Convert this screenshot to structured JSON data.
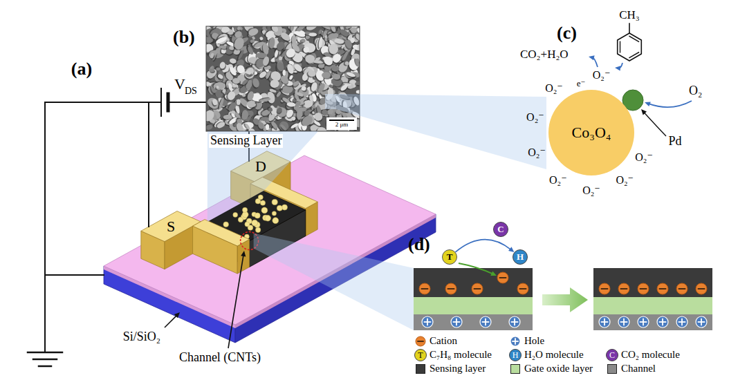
{
  "diagram": {
    "nodes": [
      {
        "text": [
          "S"
        ]
      },
      {
        "text": [
          "D"
        ]
      },
      {
        "text": [
          "Co₃O₄"
        ]
      },
      {
        "text": [
          "T"
        ]
      },
      {
        "text": [
          "C"
        ]
      },
      {
        "text": [
          "H"
        ]
      }
    ],
    "edges": [
      {
        "from": 3,
        "to": 5,
        "arrow": "to"
      }
    ],
    "labels": [
      "(a)",
      "V",
      "DS",
      "Channel (CNTs)",
      "Si/SiO₂",
      "(b)",
      "Sensing Layer",
      "2 μm",
      "(c)",
      "CH₃",
      "CO₂+H₂O",
      "e⁻",
      "O₂",
      "Pd",
      "O₂⁻",
      "O₂⁻",
      "O₂⁻",
      "O₂⁻",
      "O₂⁻",
      "O₂⁻",
      "O₂⁻",
      "O₂⁻",
      "(d)",
      "T",
      "H",
      "C"
    ],
    "legend": [
      {
        "text": "Cation"
      },
      {
        "text": "Hole"
      },
      {
        "text": "C₇H₈ molecule"
      },
      {
        "text": "H₂O molecule"
      },
      {
        "text": "CO₂ molecule"
      },
      {
        "text": "Sensing layer",
        "color": "#3a3a3a"
      },
      {
        "text": "Gate oxide layer",
        "color": "#b9dd9e"
      },
      {
        "text": "Channel",
        "color": "#8a8a8a"
      }
    ]
  }
}
